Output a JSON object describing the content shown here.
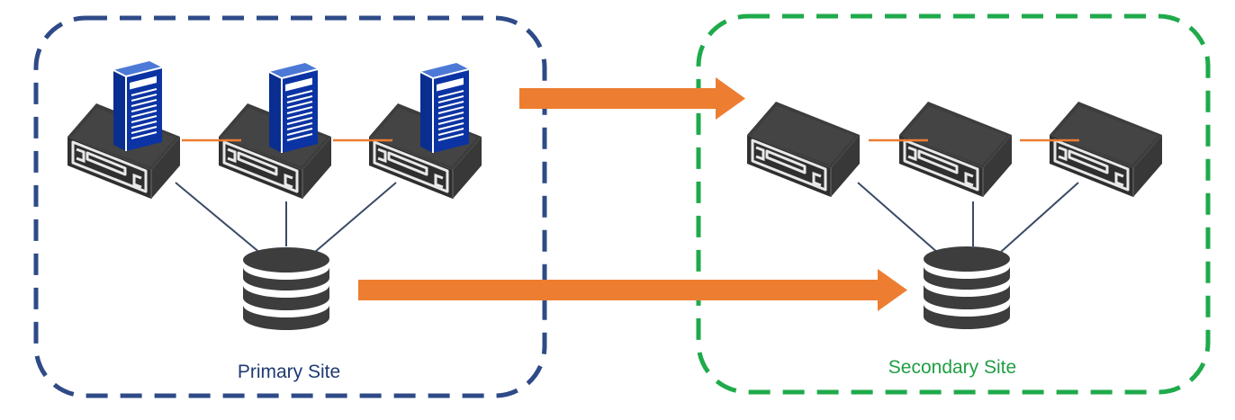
{
  "sites": {
    "primary": {
      "label": "Primary Site",
      "border_color": "#2e4a87",
      "label_color": "#1f3a73"
    },
    "secondary": {
      "label": "Secondary Site",
      "border_color": "#1faa4b",
      "label_color": "#1f9e44"
    }
  },
  "colors": {
    "arrow": "#ed7d31",
    "server_body": "#3d3d3d",
    "tower": "#0b33a3",
    "link_line": "#3b4a66",
    "cluster_link": "#ed7d31"
  },
  "icons": {
    "server": "rack-server-icon",
    "tower": "tower-server-icon",
    "database": "database-icon"
  },
  "primary_servers_running_vms": 3,
  "secondary_servers_idle": 3
}
